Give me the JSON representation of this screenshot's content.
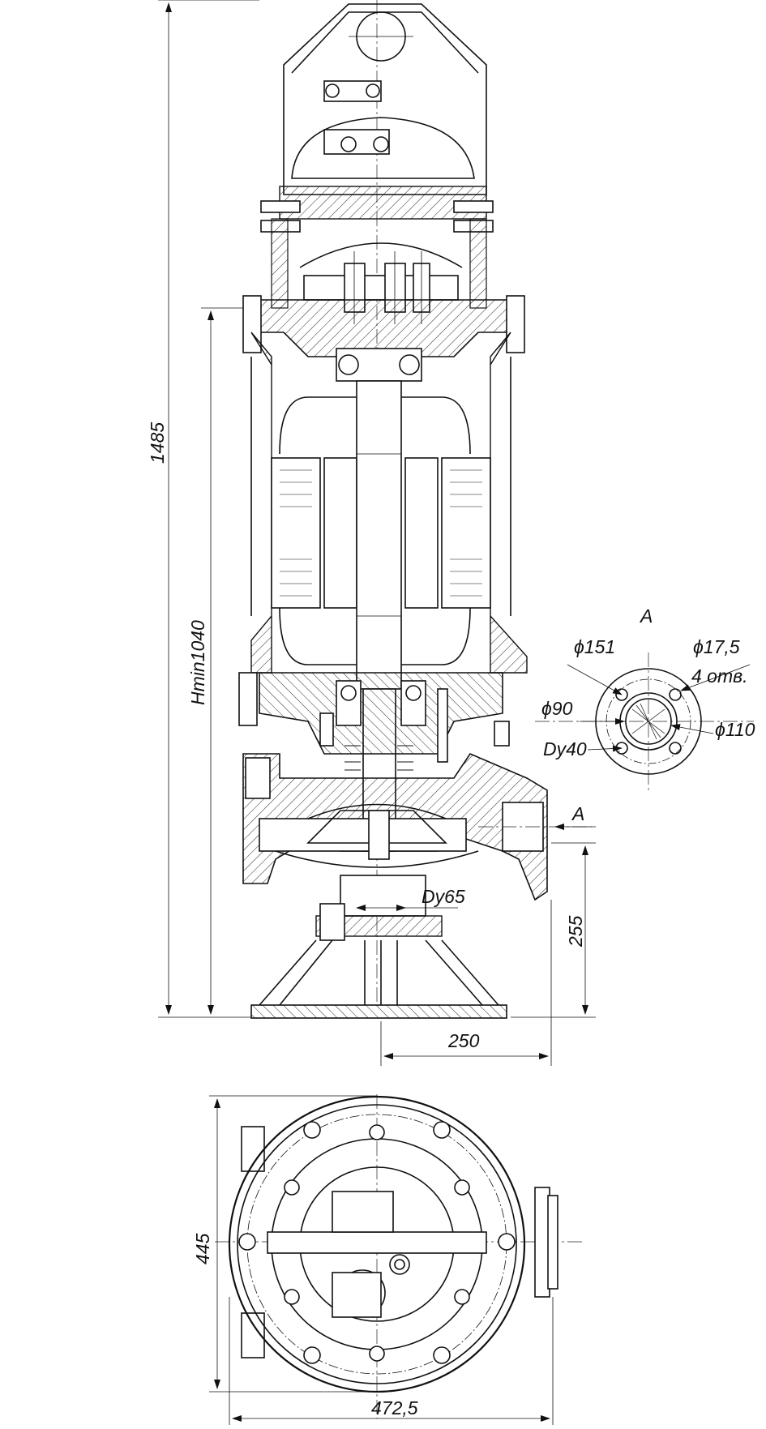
{
  "dimensions": {
    "overall_height": "1485",
    "min_level": "Hmin1040",
    "base_height": "255",
    "outlet_offset": "250",
    "outlet_size": "Dy65",
    "plan_width": "445",
    "plan_length": "472,5"
  },
  "flange_view": {
    "title": "A",
    "section_marker": "A",
    "bolt_circle": "ϕ151",
    "hole_diameter": "ϕ17,5",
    "hole_count": "4 отв.",
    "bore": "ϕ90",
    "nominal": "Dy40",
    "spigot": "ϕ110"
  }
}
